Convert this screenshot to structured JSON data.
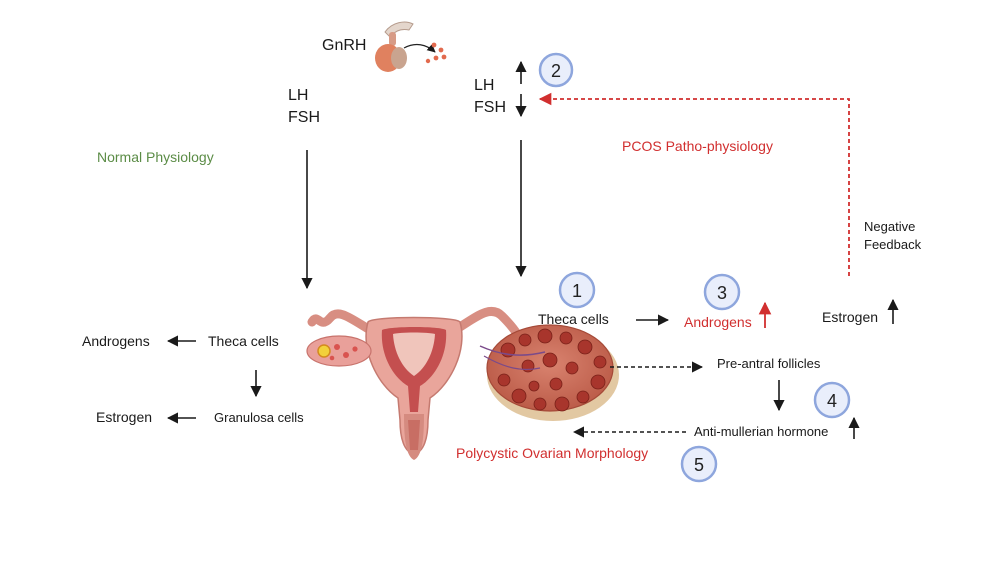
{
  "colors": {
    "normal_title": "#5b8c46",
    "pcos_title": "#d12f2f",
    "arrow": "#1a1a1a",
    "feedback": "#d12f2f",
    "badge_stroke": "#8ea6dd",
    "badge_fill": "#e9eefb"
  },
  "icons": [
    "pituitary-gland-icon",
    "uterus-icon",
    "normal-ovary-icon",
    "polycystic-ovary-icon",
    "up-arrow-icon",
    "down-arrow-icon"
  ],
  "top": {
    "gnrh": "GnRH",
    "left_lh": "LH",
    "left_fsh": "FSH",
    "right_lh": "LH",
    "right_fsh": "FSH"
  },
  "normal": {
    "title": "Normal Physiology",
    "androgens": "Androgens",
    "theca": "Theca cells",
    "estrogen": "Estrogen",
    "granulosa": "Granulosa cells"
  },
  "pcos": {
    "title": "PCOS Patho-physiology",
    "theca": "Theca cells",
    "androgens": "Androgens",
    "estrogen": "Estrogen",
    "negative_line1": "Negative",
    "negative_line2": "Feedback",
    "preantral": "Pre-antral follicles",
    "amh": "Anti-mullerian hormone",
    "pcom": "Polycystic Ovarian Morphology"
  },
  "badges": [
    "1",
    "2",
    "3",
    "4",
    "5"
  ]
}
